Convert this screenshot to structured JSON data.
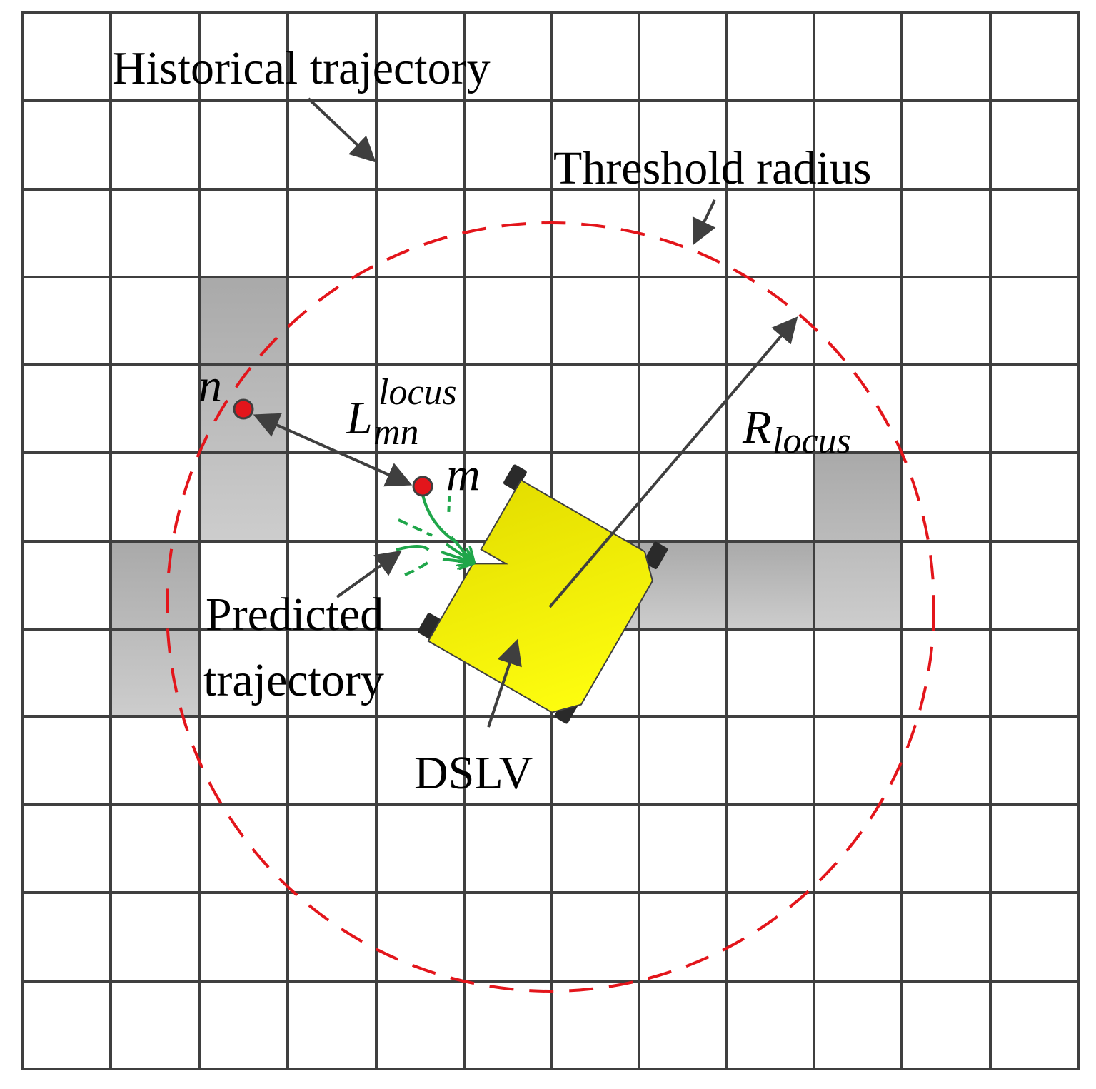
{
  "labels": {
    "historical_trajectory": "Historical trajectory",
    "threshold_radius": "Threshold radius",
    "predicted_line1": "Predicted",
    "predicted_line2": "trajectory",
    "dslv": "DSLV",
    "node_n": "n",
    "node_m": "m",
    "distance_main": "L",
    "distance_sup": "locus",
    "distance_sub": "mn",
    "radius_main": "R",
    "radius_sub": "locus"
  },
  "colors": {
    "grid_line": "#3f3f3f",
    "obstacle_light": "#cfcfcf",
    "obstacle_dark": "#a9a9a9",
    "threshold_circle": "#e3151b",
    "node": "#e3151b",
    "predicted_path": "#1fa64a",
    "vehicle_body": "#f4f000",
    "arrow": "#3f3f3f"
  },
  "grid": {
    "columns": 12,
    "rows": 12
  }
}
